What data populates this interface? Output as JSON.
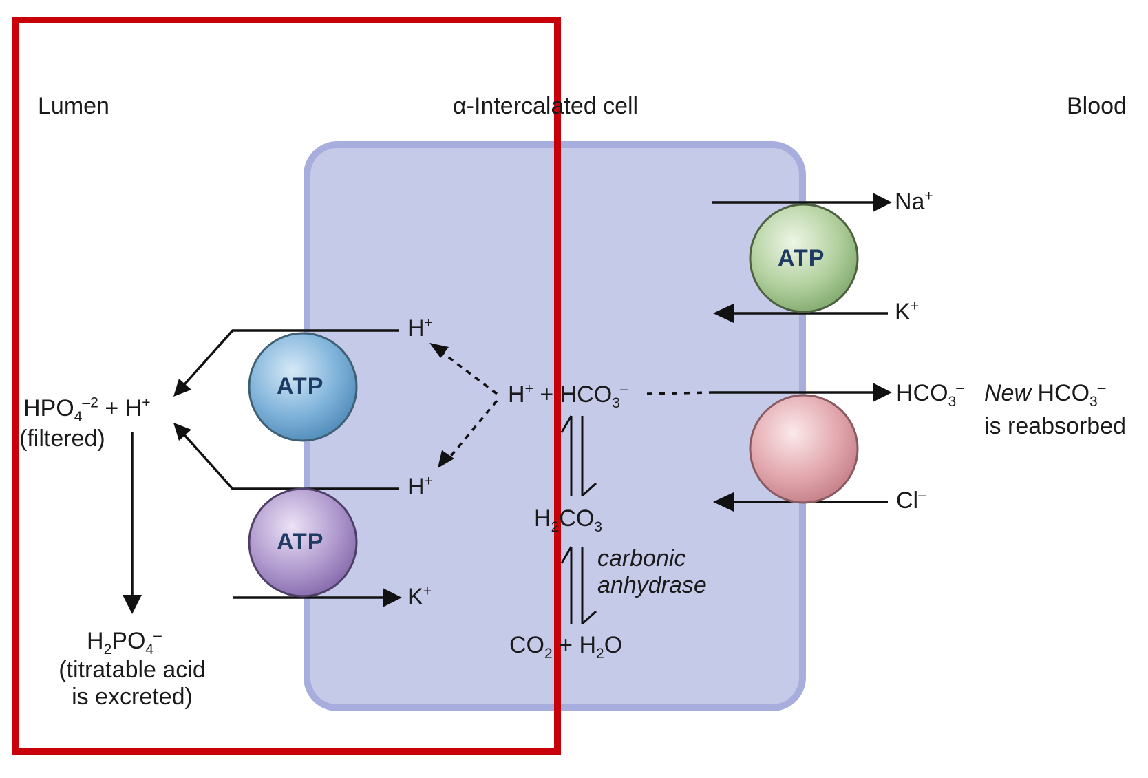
{
  "headers": {
    "lumen": "Lumen",
    "cell": "α-Intercalated cell",
    "blood": "Blood"
  },
  "lumen": {
    "hpo4_main": "HPO",
    "hpo4_sub": "4",
    "hpo4_sup": "–2",
    "plus_h": " + H",
    "plus_h_sup": "+",
    "filtered": "(filtered)",
    "h2po4_a": "H",
    "h2po4_sub1": "2",
    "h2po4_b": "PO",
    "h2po4_sub2": "4",
    "h2po4_sup": "–",
    "titratable_line1": "(titratable acid",
    "titratable_line2": "is excreted)"
  },
  "pumps": {
    "atp_blue": "ATP",
    "atp_purple": "ATP",
    "atp_green": "ATP"
  },
  "cell": {
    "h_top": "H",
    "h_top_sup": "+",
    "h_bottom": "H",
    "h_bottom_sup": "+",
    "k_left": "K",
    "k_left_sup": "+",
    "h_center": "H",
    "h_center_sup": "+",
    "plus": " + ",
    "hco3_main": "HCO",
    "hco3_sub": "3",
    "hco3_sup": "–",
    "h2co3_a": "H",
    "h2co3_sub": "2",
    "h2co3_b": "CO",
    "h2co3_sub2": "3",
    "enzyme_line1": "carbonic",
    "enzyme_line2": "anhydrase",
    "co2_a": "CO",
    "co2_sub": "2",
    "water_a": " + H",
    "water_sub": "2",
    "water_b": "O"
  },
  "blood": {
    "na": "Na",
    "na_sup": "+",
    "k": "K",
    "k_sup": "+",
    "hco3_main": "HCO",
    "hco3_sub": "3",
    "hco3_sup": "–",
    "new_word": "New",
    "new_hco3_main": " HCO",
    "new_hco3_sub": "3",
    "new_hco3_sup": "–",
    "reabsorbed": "is reabsorbed",
    "cl": "Cl",
    "cl_sup": "–"
  },
  "colors": {
    "cell_fill": "#c5c9e8",
    "cell_border": "#9aa2d8",
    "atp_blue": "#6ea6cf",
    "atp_purple": "#a98fc8",
    "atp_green": "#a9cb94",
    "exchanger_pink": "#e1a0a8",
    "highlight_box": "#c8000a"
  }
}
